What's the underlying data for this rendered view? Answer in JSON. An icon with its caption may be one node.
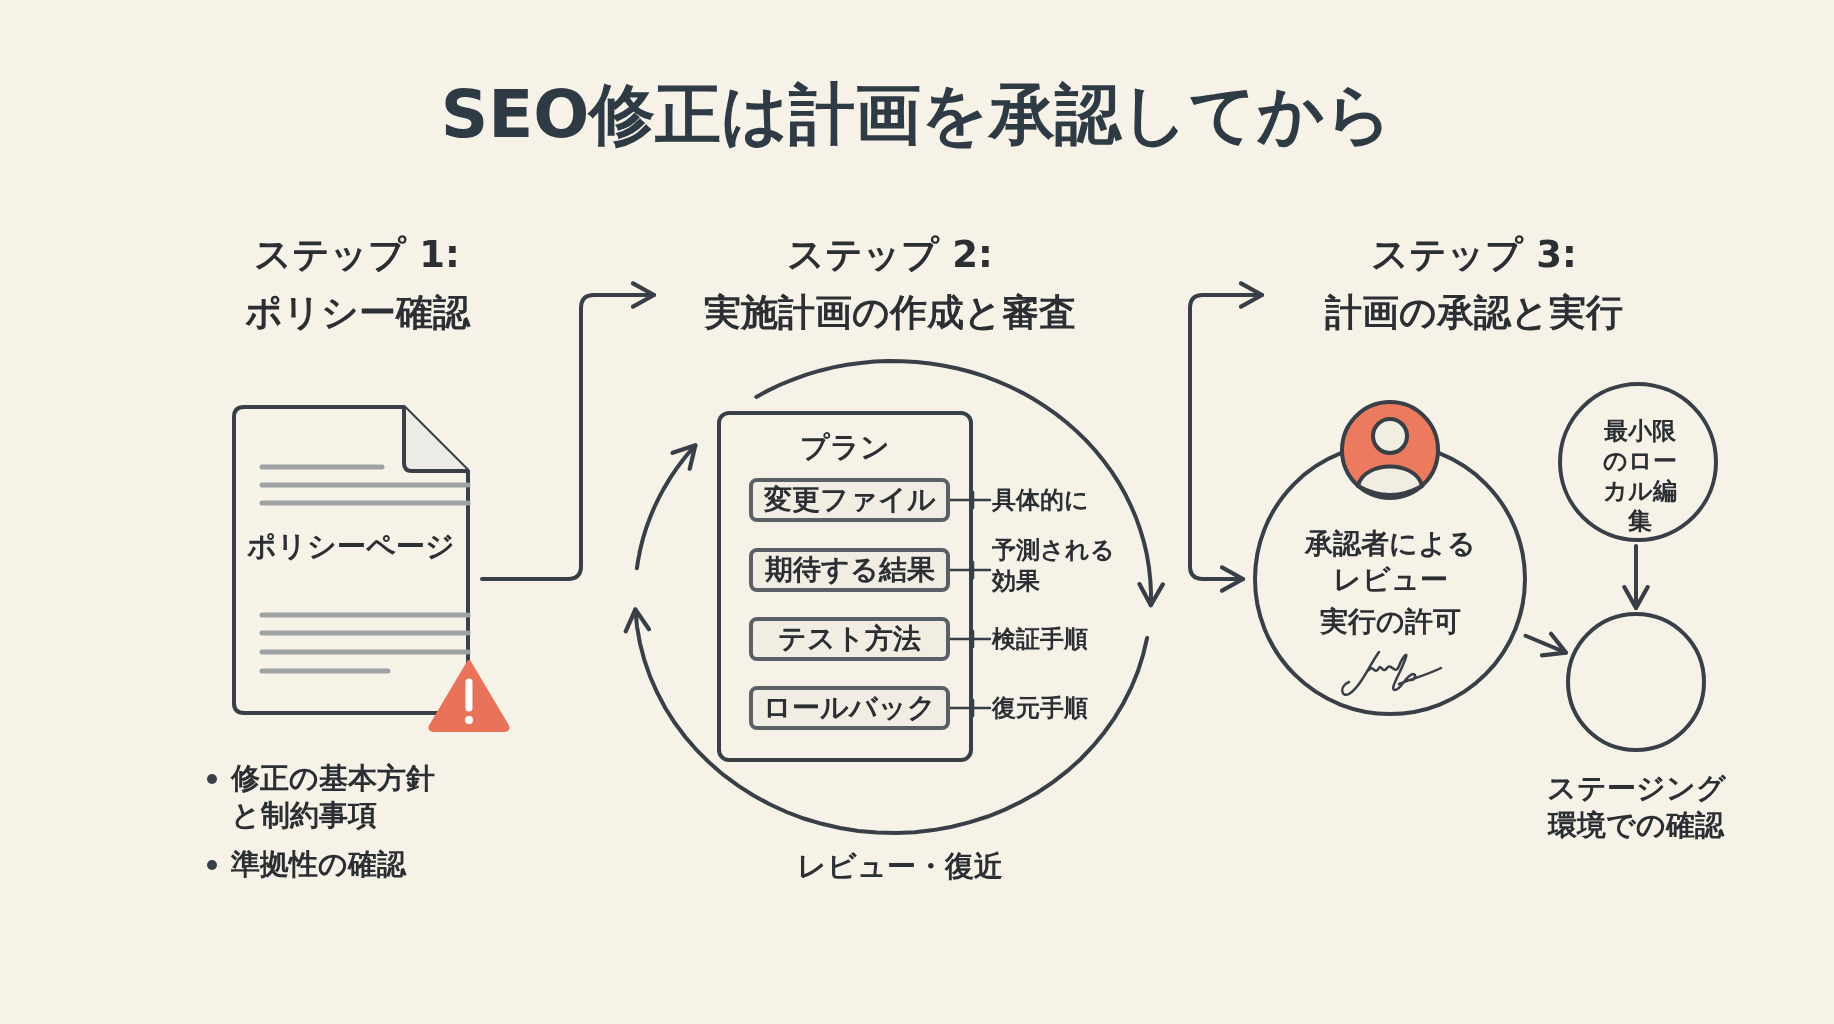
{
  "diagram": {
    "title": "SEO修正は計画を承認してから",
    "nodes": [
      {
        "text": [
          "ステップ 1: ポリシー確認"
        ]
      },
      {
        "text": [
          "ポリシーページ"
        ]
      },
      {
        "text": [
          "ステップ 2: 実施計画の作成と審査"
        ]
      },
      {
        "text": [
          "プラン"
        ]
      },
      {
        "text": [
          "変更ファイル"
        ],
        "in": 3
      },
      {
        "text": [
          "期待する結果"
        ],
        "in": 3
      },
      {
        "text": [
          "テスト方法"
        ],
        "in": 3
      },
      {
        "text": [
          "ロールバック"
        ],
        "in": 3
      },
      {
        "text": [
          "具体的に"
        ]
      },
      {
        "text": [
          "予測される効果"
        ]
      },
      {
        "text": [
          "検証手順"
        ]
      },
      {
        "text": [
          "復元手順"
        ]
      },
      {
        "text": [
          "ステップ 3: 計画の承認と実行"
        ]
      },
      {
        "text": [
          "承認者によるレビュー",
          "実行の許可"
        ]
      },
      {
        "text": [
          "最小限のローカル編集"
        ]
      },
      {
        "text": [],
        "shape": "circle",
        "beside": [
          "ステージング環境での確認"
        ]
      }
    ],
    "edges": [
      {
        "from": 1,
        "to": 2,
        "arrow": "to"
      },
      {
        "from": 12,
        "to": 13,
        "arrow": "both"
      },
      {
        "from": 13,
        "to": 15,
        "arrow": "to"
      },
      {
        "from": 14,
        "to": 15,
        "arrow": "to"
      },
      {
        "from": 4,
        "to": 8,
        "arrow": "none"
      },
      {
        "from": 5,
        "to": 9,
        "arrow": "none"
      },
      {
        "from": 6,
        "to": 10,
        "arrow": "none"
      },
      {
        "from": 7,
        "to": 11,
        "arrow": "none"
      }
    ],
    "labels": [
      "修正の基本方針と制約事項",
      "準拠性の確認",
      "レビュー・復近"
    ]
  }
}
